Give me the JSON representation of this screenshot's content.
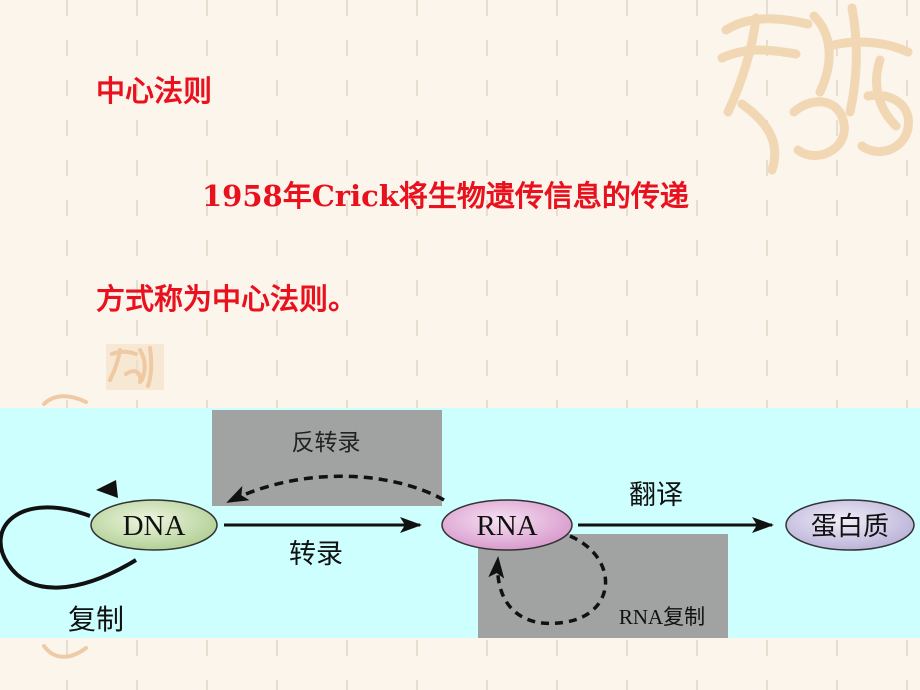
{
  "slide": {
    "heading": "中心法则",
    "line1": "1958年Crick将生物遗传信息的传递",
    "line2": "方式称为中心法则。"
  },
  "diagram": {
    "nodes": {
      "dna": "DNA",
      "rna": "RNA",
      "protein": "蛋白质"
    },
    "labels": {
      "replication": "复制",
      "transcription": "转录",
      "reverse_transcription": "反转录",
      "translation": "翻译",
      "rna_replication": "RNA复制"
    }
  },
  "colors": {
    "title_text": "#e8111d",
    "band_background": "#ccfffe",
    "gray_box": "#a0a3a1",
    "dna_fill": "#cfe3b4",
    "rna_fill": "#e7b7de",
    "protein_fill": "#d6d1ea",
    "seal": "#f2d7b5"
  }
}
